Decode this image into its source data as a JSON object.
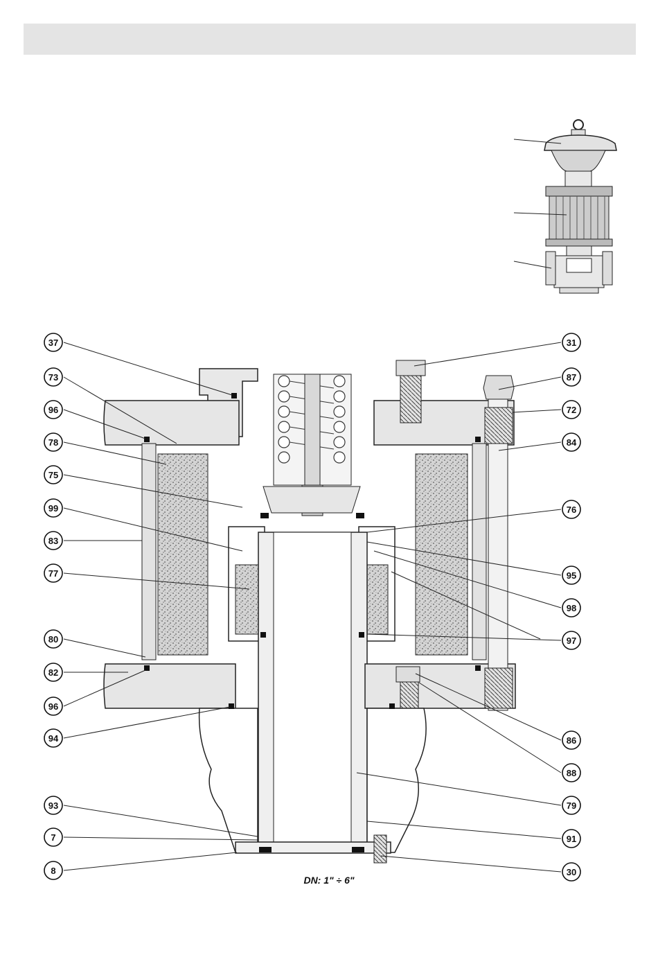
{
  "caption": "DN: 1\" ÷ 6\"",
  "callouts_left": [
    "37",
    "73",
    "96",
    "78",
    "75",
    "99",
    "83",
    "77",
    "80",
    "82",
    "96",
    "94",
    "93",
    "7",
    "8"
  ],
  "callouts_right": [
    "31",
    "87",
    "72",
    "84",
    "76",
    "95",
    "98",
    "97",
    "86",
    "88",
    "79",
    "91",
    "30"
  ]
}
